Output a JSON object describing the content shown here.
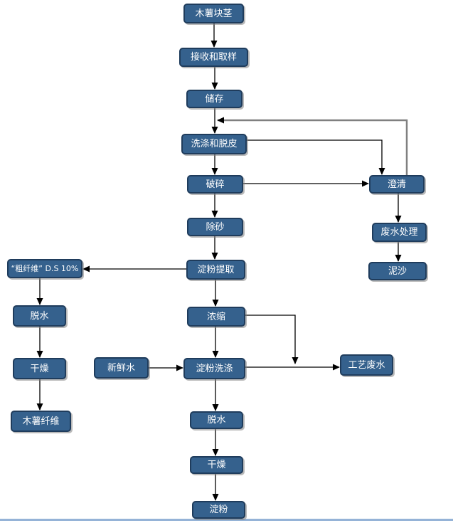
{
  "diagram": {
    "type": "flowchart",
    "nodes": [
      {
        "id": "tuber",
        "label": "木薯块茎"
      },
      {
        "id": "receive",
        "label": "接收和取样"
      },
      {
        "id": "store",
        "label": "储存"
      },
      {
        "id": "wash_peel",
        "label": "洗涤和脱皮"
      },
      {
        "id": "crush",
        "label": "破碎"
      },
      {
        "id": "clarify",
        "label": "澄清"
      },
      {
        "id": "desand",
        "label": "除砂"
      },
      {
        "id": "wwt",
        "label": "废水处理"
      },
      {
        "id": "extract",
        "label": "淀粉提取"
      },
      {
        "id": "silt",
        "label": "泥沙"
      },
      {
        "id": "fiber_ds",
        "label": "“粗纤维” D.S 10%"
      },
      {
        "id": "dewater_l",
        "label": "脱水"
      },
      {
        "id": "concentrate",
        "label": "浓缩"
      },
      {
        "id": "dry_l",
        "label": "干燥"
      },
      {
        "id": "fresh",
        "label": "新鲜水"
      },
      {
        "id": "starch_wash",
        "label": "淀粉洗涤"
      },
      {
        "id": "waste",
        "label": "工艺废水"
      },
      {
        "id": "cassava_fiber",
        "label": "木薯纤维"
      },
      {
        "id": "dewater_c",
        "label": "脱水"
      },
      {
        "id": "dry_c",
        "label": "干燥"
      },
      {
        "id": "starch",
        "label": "淀粉"
      }
    ],
    "edges": [
      {
        "id": "e1",
        "from": "tuber",
        "to": "receive",
        "style": "normal"
      },
      {
        "id": "e2",
        "from": "receive",
        "to": "store",
        "style": "normal"
      },
      {
        "id": "e3",
        "from": "store",
        "to": "wash_peel",
        "style": "normal"
      },
      {
        "id": "e4",
        "from": "wash_peel",
        "to": "crush",
        "style": "normal"
      },
      {
        "id": "e5",
        "from": "crush",
        "to": "desand",
        "style": "normal"
      },
      {
        "id": "e6",
        "from": "desand",
        "to": "extract",
        "style": "normal"
      },
      {
        "id": "e7",
        "from": "extract",
        "to": "concentrate",
        "style": "normal"
      },
      {
        "id": "e8",
        "from": "concentrate",
        "to": "starch_wash",
        "style": "normal"
      },
      {
        "id": "e9",
        "from": "starch_wash",
        "to": "dewater_c",
        "style": "normal"
      },
      {
        "id": "e10",
        "from": "dewater_c",
        "to": "dry_c",
        "style": "normal"
      },
      {
        "id": "e11",
        "from": "dry_c",
        "to": "starch",
        "style": "normal"
      },
      {
        "id": "e12",
        "from": "wash_peel",
        "to": "clarify",
        "style": "normal"
      },
      {
        "id": "e13",
        "from": "crush",
        "to": "clarify",
        "style": "normal"
      },
      {
        "id": "e14",
        "from": "clarify",
        "to": "wash_peel",
        "style": "recycle"
      },
      {
        "id": "e15",
        "from": "clarify",
        "to": "wwt",
        "style": "normal"
      },
      {
        "id": "e16",
        "from": "wwt",
        "to": "silt",
        "style": "normal"
      },
      {
        "id": "e17",
        "from": "extract",
        "to": "fiber_ds",
        "style": "normal"
      },
      {
        "id": "e18",
        "from": "fiber_ds",
        "to": "dewater_l",
        "style": "normal"
      },
      {
        "id": "e19",
        "from": "dewater_l",
        "to": "dry_l",
        "style": "normal"
      },
      {
        "id": "e20",
        "from": "dry_l",
        "to": "cassava_fiber",
        "style": "normal"
      },
      {
        "id": "e21",
        "from": "fresh",
        "to": "starch_wash",
        "style": "normal"
      },
      {
        "id": "e22",
        "from": "starch_wash",
        "to": "waste",
        "style": "normal"
      },
      {
        "id": "e23",
        "from": "concentrate",
        "to": "waste",
        "style": "normal"
      }
    ],
    "colors": {
      "node_fill": "#35618D",
      "node_border": "#1F3C5C",
      "node_text": "#FFFFFF",
      "connector": "#000000",
      "recycle_connector": "#808080",
      "bottom_rule": "#95B3D7",
      "background": "#FFFFFF"
    }
  }
}
